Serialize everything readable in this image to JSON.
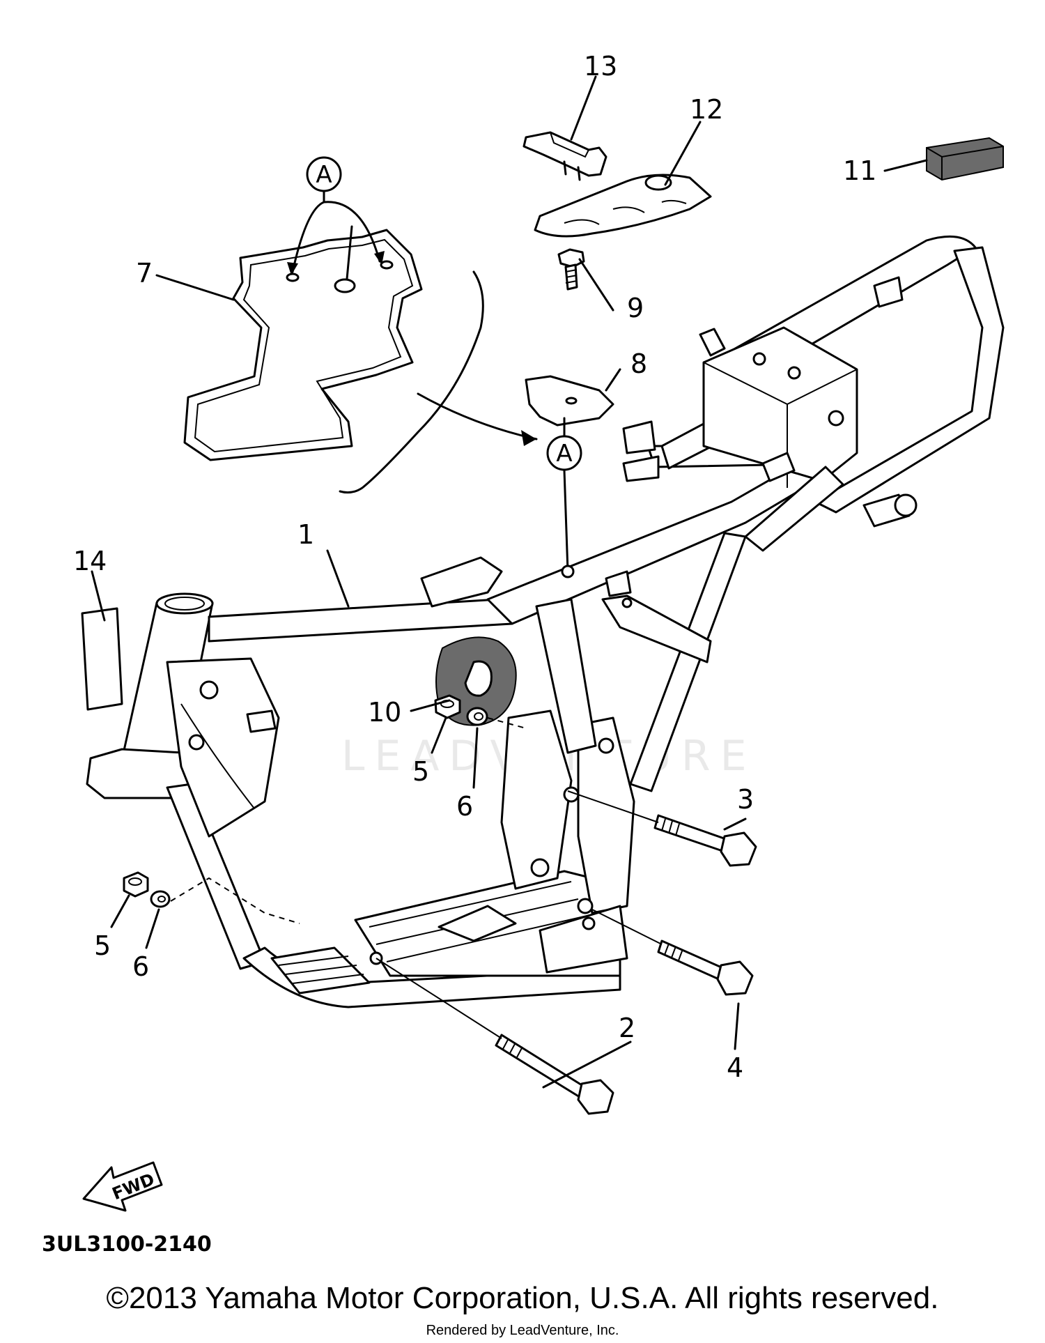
{
  "callouts": {
    "c1": "1",
    "c2": "2",
    "c3": "3",
    "c4": "4",
    "c5a": "5",
    "c5b": "5",
    "c6a": "6",
    "c6b": "6",
    "c7": "7",
    "c8": "8",
    "c9": "9",
    "c10": "10",
    "c11": "11",
    "c12": "12",
    "c13": "13",
    "c14": "14"
  },
  "circle_labels": {
    "top": "A",
    "lower": "A"
  },
  "watermark": "LEADVENTURE",
  "fwd_label": "FWD",
  "diagram_code": "3UL3100-2140",
  "copyright": "©2013 Yamaha Motor Corporation, U.S.A. All rights reserved.",
  "rendered_by": "Rendered by LeadVenture, Inc."
}
